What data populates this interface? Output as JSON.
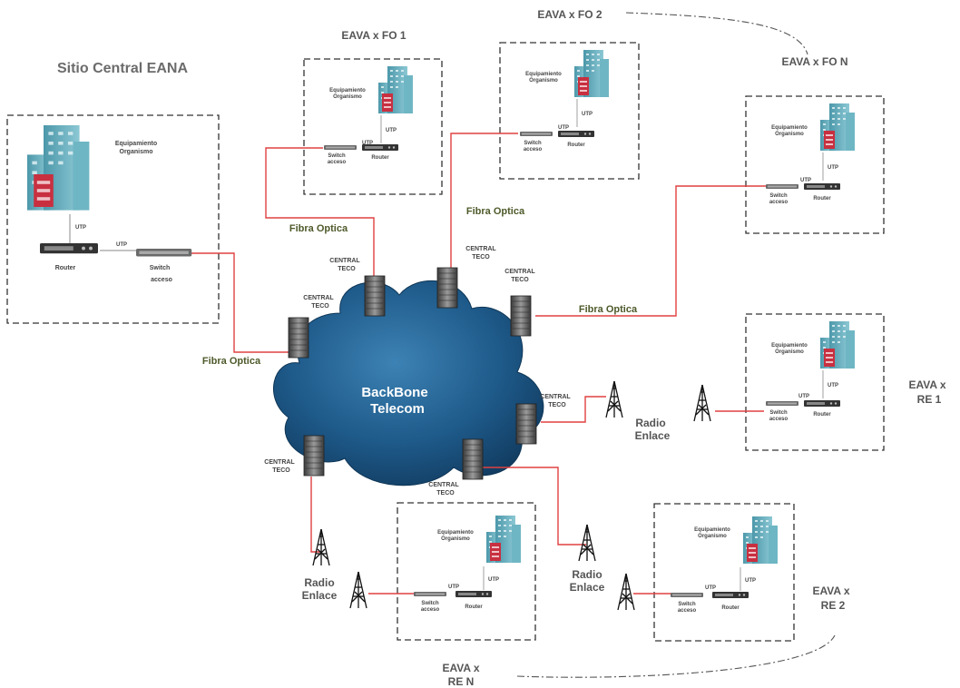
{
  "labels": {
    "central_title": "Sitio Central EANA",
    "eava_fo1": "EAVA x FO 1",
    "eava_fo2": "EAVA x FO 2",
    "eava_fon": "EAVA x FO N",
    "eava_re1_a": "EAVA x",
    "eava_re1_b": "RE 1",
    "eava_re2_a": "EAVA x",
    "eava_re2_b": "RE 2",
    "eava_ren_a": "EAVA x",
    "eava_ren_b": "RE N",
    "cloud_a": "BackBone",
    "cloud_b": "Telecom",
    "fibra": "Fibra Optica",
    "radio_a": "Radio",
    "radio_b": "Enlace",
    "central_a": "CENTRAL",
    "central_b": "TECO",
    "equip_a": "Equipamiento",
    "equip_b": "Organismo",
    "utp": "UTP",
    "router": "Router",
    "switch_a": "Switch",
    "switch_b": "acceso"
  },
  "colors": {
    "link": "#e04040",
    "cloud": "#1e5a8a",
    "building": "#5fa8b8",
    "equipment": "#c83040"
  }
}
